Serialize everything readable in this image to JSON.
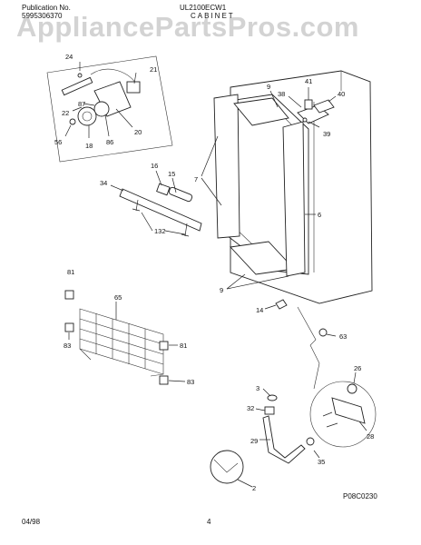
{
  "header": {
    "publication_label": "Publication No.",
    "publication_no": "5995306370",
    "model": "UL2100ECW1",
    "section": "CABINET"
  },
  "watermark": "AppliancePartsPros.com",
  "footer": {
    "date": "04/98",
    "page": "4",
    "drawing_code": "P08C0230"
  },
  "parts": {
    "p24": "24",
    "p21": "21",
    "p87": "87",
    "p22": "22",
    "p20": "20",
    "p56": "56",
    "p18": "18",
    "p86": "86",
    "p16": "16",
    "p15": "15",
    "p34": "34",
    "p132": "132",
    "p7": "7",
    "p9a": "9",
    "p9b": "9",
    "p6": "6",
    "p41": "41",
    "p38": "38",
    "p40": "40",
    "p39": "39",
    "p81a": "81",
    "p65": "65",
    "p83a": "83",
    "p81b": "81",
    "p83b": "83",
    "p14": "14",
    "p63": "63",
    "p3": "3",
    "p32": "32",
    "p29": "29",
    "p2": "2",
    "p26": "26",
    "p28": "28",
    "p35": "35"
  }
}
